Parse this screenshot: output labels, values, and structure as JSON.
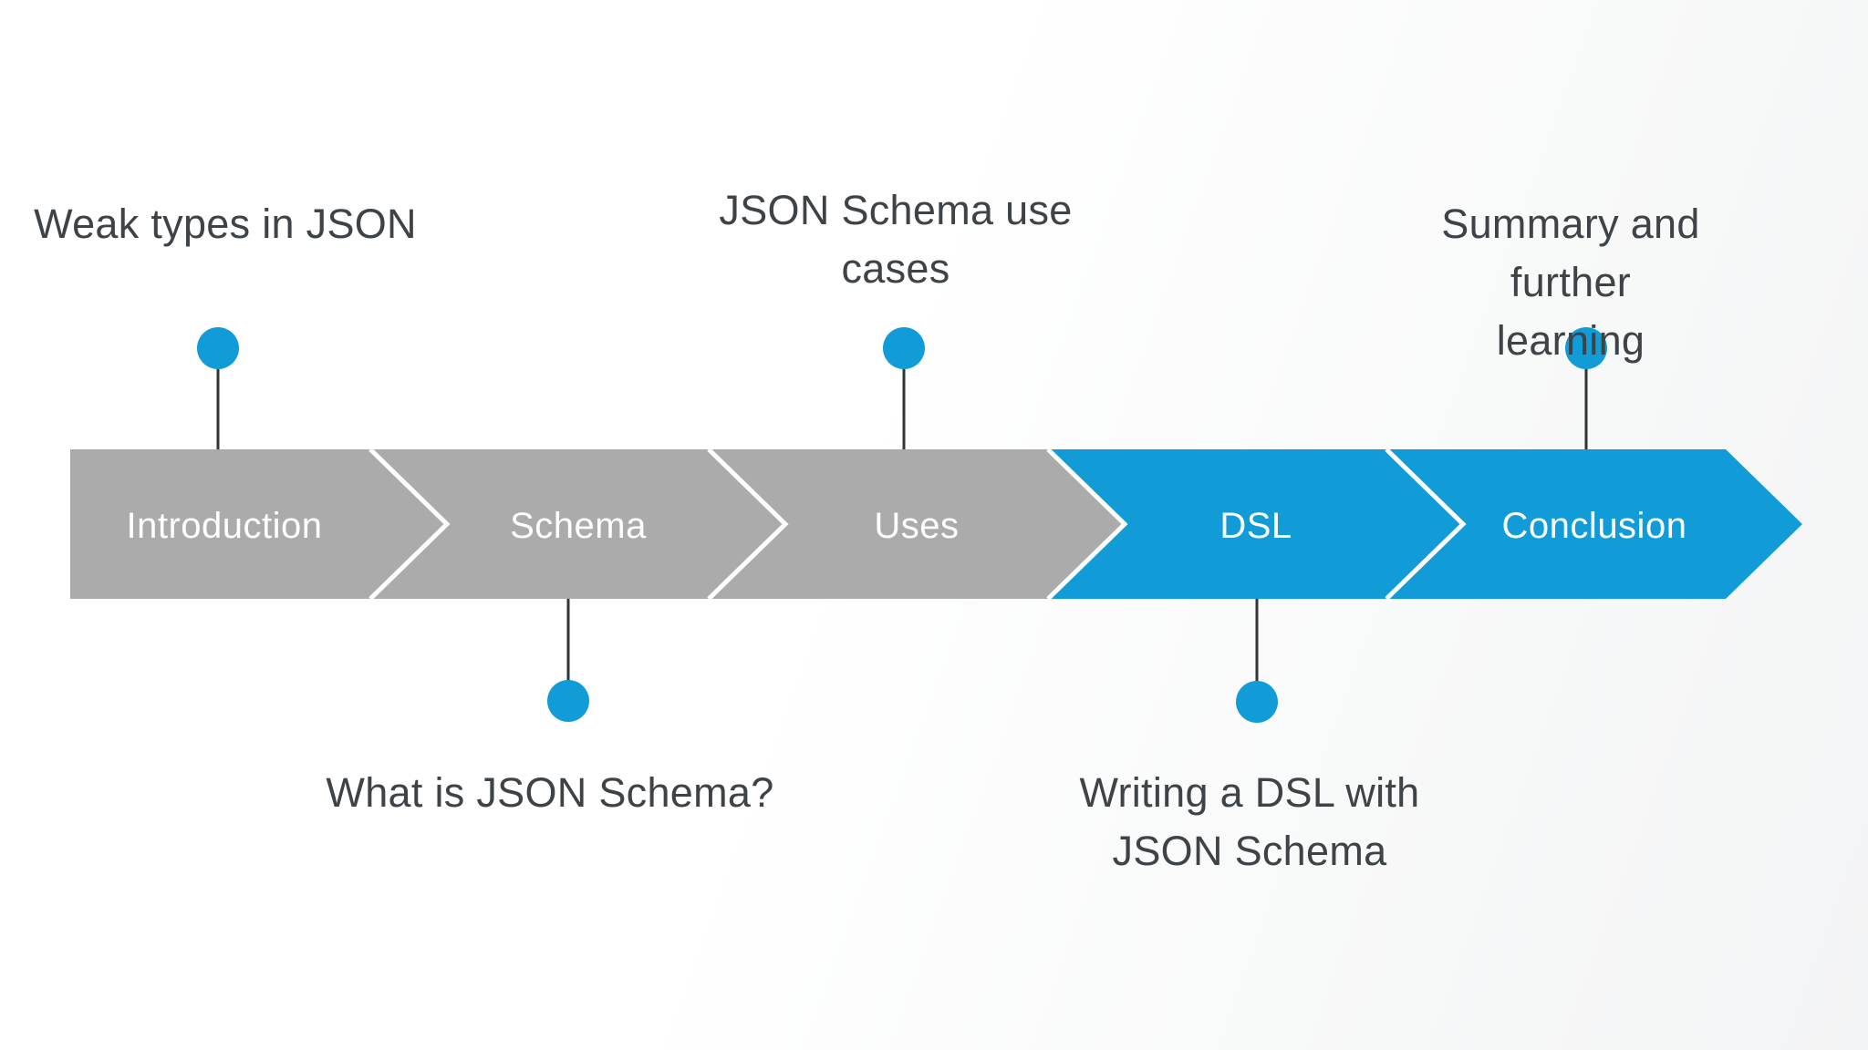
{
  "diagram": {
    "accent_color": "#119CD8",
    "inactive_color": "#ABABAB",
    "connector_color": "#323538",
    "separator_color": "#FFFFFF",
    "label_color": "#3E4347",
    "segment_text_color": "#FFFFFF",
    "segments": [
      {
        "label": "Introduction",
        "state": "inactive",
        "color": "#ABABAB",
        "callout": "Weak types in JSON",
        "callout_side": "above"
      },
      {
        "label": "Schema",
        "state": "inactive",
        "color": "#ABABAB",
        "callout": "What is JSON Schema?",
        "callout_side": "below"
      },
      {
        "label": "Uses",
        "state": "inactive",
        "color": "#ABABAB",
        "callout": "JSON Schema use\ncases",
        "callout_side": "above"
      },
      {
        "label": "DSL",
        "state": "active",
        "color": "#119CD8",
        "callout": "Writing a DSL with\nJSON Schema",
        "callout_side": "below"
      },
      {
        "label": "Conclusion",
        "state": "active",
        "color": "#119CD8",
        "callout": "Summary and further\nlearning",
        "callout_side": "above"
      }
    ]
  }
}
